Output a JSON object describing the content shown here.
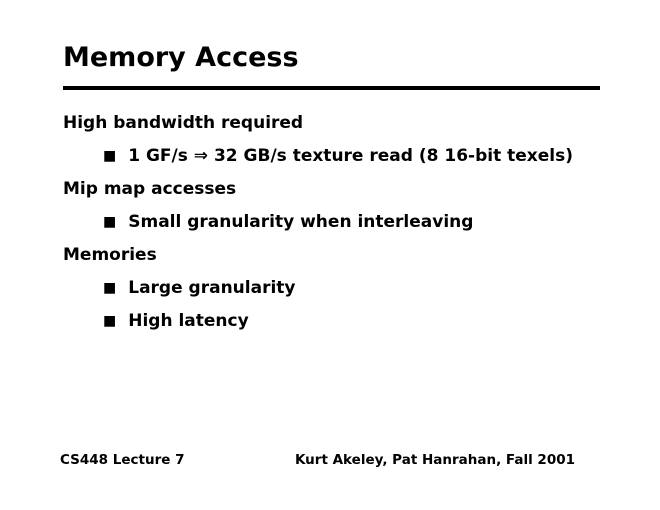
{
  "slide": {
    "title": "Memory Access",
    "bullet_char": "■",
    "content": [
      {
        "type": "heading",
        "text": "High bandwidth required"
      },
      {
        "type": "bullet",
        "text": "1 GF/s ⇒ 32 GB/s texture read (8 16-bit texels)"
      },
      {
        "type": "heading",
        "text": "Mip map accesses"
      },
      {
        "type": "bullet",
        "text": "Small granularity when interleaving"
      },
      {
        "type": "heading",
        "text": "Memories"
      },
      {
        "type": "bullet",
        "text": "Large granularity"
      },
      {
        "type": "bullet",
        "text": "High latency"
      }
    ],
    "footer": {
      "left": "CS448 Lecture 7",
      "right": "Kurt Akeley, Pat Hanrahan, Fall 2001"
    },
    "colors": {
      "background": "#ffffff",
      "text": "#000000",
      "rule": "#000000"
    }
  }
}
